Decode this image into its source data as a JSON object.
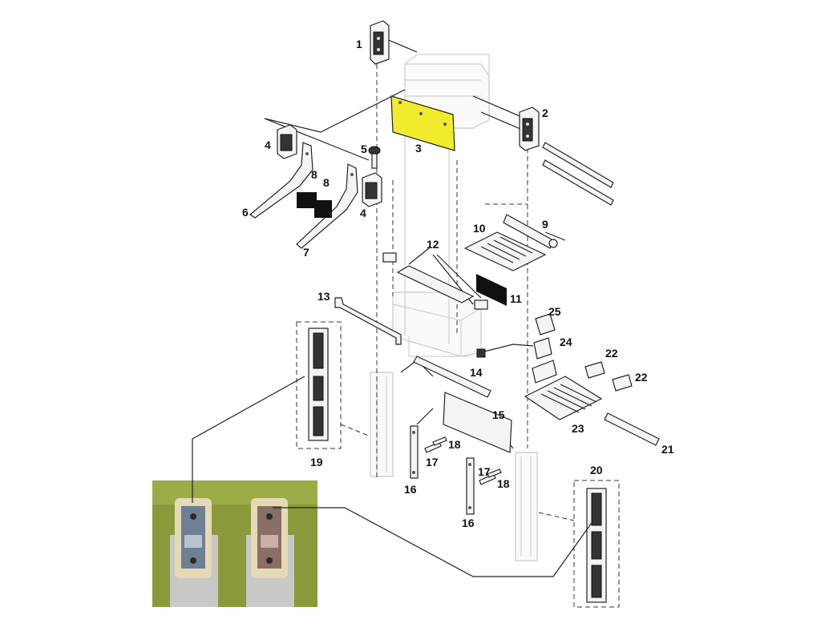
{
  "highlight_color": "#f2ec2e",
  "labels": {
    "p1": "1",
    "p2": "2",
    "p3": "3",
    "p4a": "4",
    "p4b": "4",
    "p5": "5",
    "p6": "6",
    "p7": "7",
    "p8a": "8",
    "p8b": "8",
    "p9": "9",
    "p10": "10",
    "p11": "11",
    "p12": "12",
    "p13": "13",
    "p14": "14",
    "p15": "15",
    "p16a": "16",
    "p16b": "16",
    "p17a": "17",
    "p17b": "17",
    "p18a": "18",
    "p18b": "18",
    "p19": "19",
    "p20": "20",
    "p21": "21",
    "p22a": "22",
    "p22b": "22",
    "p23": "23",
    "p24": "24",
    "p25": "25"
  }
}
